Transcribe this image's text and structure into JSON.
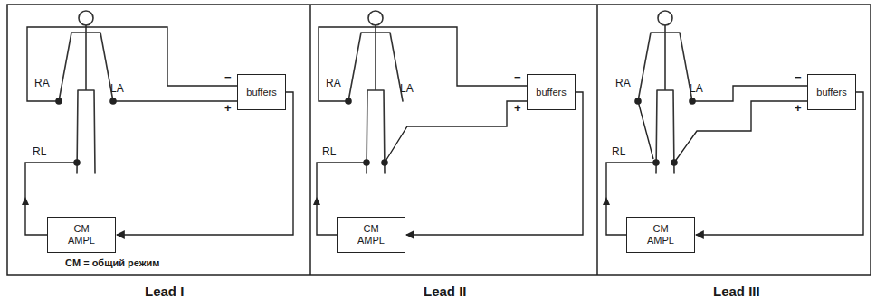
{
  "diagram": {
    "nodes": [
      {
        "text": [
          "buffers"
        ]
      },
      {
        "text": [
          "CM AMPL"
        ]
      },
      {
        "text": [
          "buffers"
        ]
      },
      {
        "text": [
          "CM AMPL"
        ]
      },
      {
        "text": [
          "buffers"
        ]
      },
      {
        "text": [
          "CM AMPL"
        ]
      }
    ],
    "edges": [
      {
        "from": 0,
        "to": 1,
        "arrow": "to"
      },
      {
        "from": 2,
        "to": 3,
        "arrow": "to"
      },
      {
        "from": 4,
        "to": 5,
        "arrow": "to"
      }
    ],
    "labels": [
      "RA",
      "LA",
      "RL",
      "−",
      "+",
      "CM = общий режим",
      "RA",
      "LA",
      "RL",
      "−",
      "+",
      "RA",
      "LA",
      "RL",
      "−",
      "+",
      "Lead I",
      "Lead II",
      "Lead III"
    ]
  }
}
